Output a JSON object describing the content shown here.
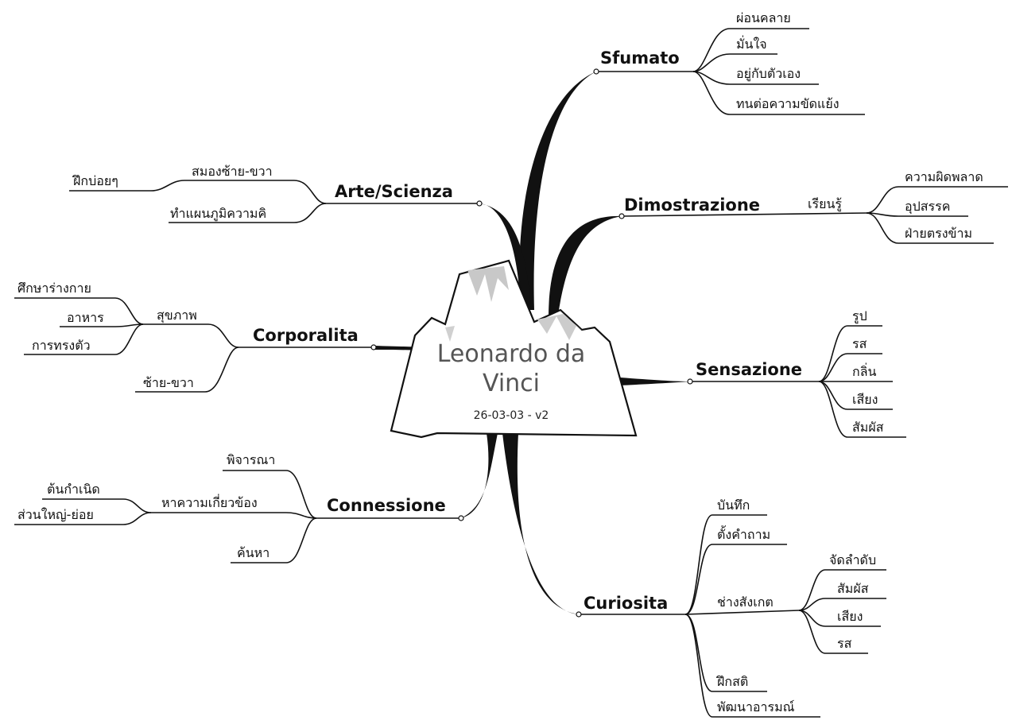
{
  "center": {
    "title_line1": "Leonardo da",
    "title_line2": "Vinci",
    "date": "26-03-03 - v2"
  },
  "branches": {
    "sfumato": {
      "label": "Sfumato",
      "items": [
        "ผ่อนคลาย",
        "มั่นใจ",
        "อยู่กับตัวเอง",
        "ทนต่อความขัดแย้ง"
      ]
    },
    "arte": {
      "label": "Arte/Scienza",
      "sub1": "สมองซ้าย-ขวา",
      "sub1_child": "ฝึกบ่อยๆ",
      "sub2": "ทำแผนภูมิความคิ"
    },
    "dimostrazione": {
      "label": "Dimostrazione",
      "sub": "เรียนรู้",
      "items": [
        "ความผิดพลาด",
        "อุปสรรค",
        "ฝ่ายตรงข้าม"
      ]
    },
    "corporalita": {
      "label": "Corporalita",
      "sub1": "สุขภาพ",
      "sub1_items": [
        "ศึกษาร่างกาย",
        "อาหาร",
        "การทรงตัว"
      ],
      "sub2": "ซ้าย-ขวา"
    },
    "sensazione": {
      "label": "Sensazione",
      "items": [
        "รูป",
        "รส",
        "กลิ่น",
        "เสียง",
        "สัมผัส"
      ]
    },
    "connessione": {
      "label": "Connessione",
      "sub1": "พิจารณา",
      "sub2": "หาความเกี่ยวข้อง",
      "sub2_items": [
        "ต้นกำเนิด",
        "ส่วนใหญ่-ย่อย"
      ],
      "sub3": "ค้นหา"
    },
    "curiosita": {
      "label": "Curiosita",
      "sub1": "บันทึก",
      "sub2": "ตั้งคำถาม",
      "sub3": "ช่างสังเกต",
      "sub3_items": [
        "จัดลำดับ",
        "สัมผัส",
        "เสียง",
        "รส"
      ],
      "sub4": "ฝึกสติ",
      "sub5": "พัฒนาอารมณ์"
    }
  }
}
